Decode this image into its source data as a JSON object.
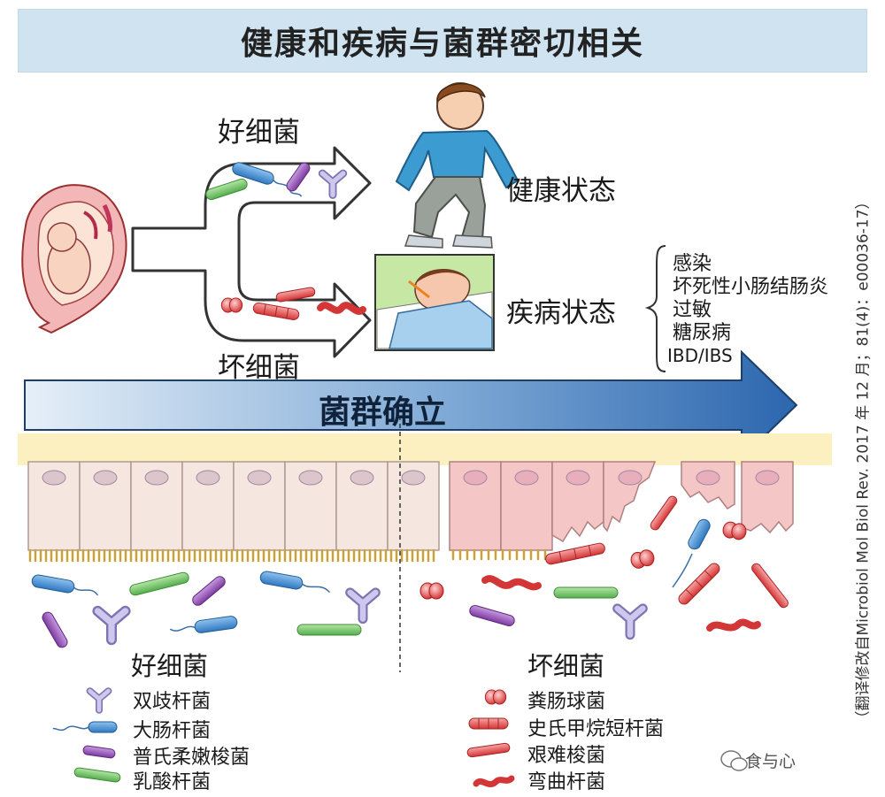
{
  "title": "健康和疾病与菌群密切相关",
  "top": {
    "good_label": "好细菌",
    "bad_label": "坏细菌",
    "healthy_label": "健康状态",
    "disease_label": "疾病状态",
    "diseases": [
      "感染",
      "坏死性小肠结肠炎",
      "过敏",
      "糖尿病",
      "IBD/IBS"
    ]
  },
  "arrow_label": "菌群确立",
  "legend_good": {
    "title": "好细菌",
    "items": [
      {
        "label": "双歧杆菌",
        "icon": "bifidobacterium-icon"
      },
      {
        "label": "大肠杆菌",
        "icon": "e-coli-icon"
      },
      {
        "label": "普氏柔嫩梭菌",
        "icon": "faecalibacterium-icon"
      },
      {
        "label": "乳酸杆菌",
        "icon": "lactobacillus-icon"
      }
    ]
  },
  "legend_bad": {
    "title": "坏细菌",
    "items": [
      {
        "label": "粪肠球菌",
        "icon": "enterococcus-icon"
      },
      {
        "label": "史氏甲烷短杆菌",
        "icon": "methanobrevibacter-icon"
      },
      {
        "label": "艰难梭菌",
        "icon": "c-difficile-icon"
      },
      {
        "label": "弯曲杆菌",
        "icon": "campylobacter-icon"
      }
    ]
  },
  "citation": "（翻译修改自Microbiol Mol Biol Rev. 2017 年 12 月；81(4)：e00036-17）",
  "watermark": "食与心",
  "colors": {
    "title_bg": "#cfe3f1",
    "arrow_start": "#d8e8f5",
    "arrow_end": "#2e6eb5",
    "healthy_cell": "#f6e8e0",
    "diseased_cell": "#f6c4c4",
    "mucus": "#fbeeb8",
    "bifidobacterium": "#b3a8d8",
    "e_coli": "#4a90d0",
    "faecalibacterium": "#9b59b6",
    "lactobacillus": "#6fc26a",
    "bad_bacteria": "#e04848"
  }
}
